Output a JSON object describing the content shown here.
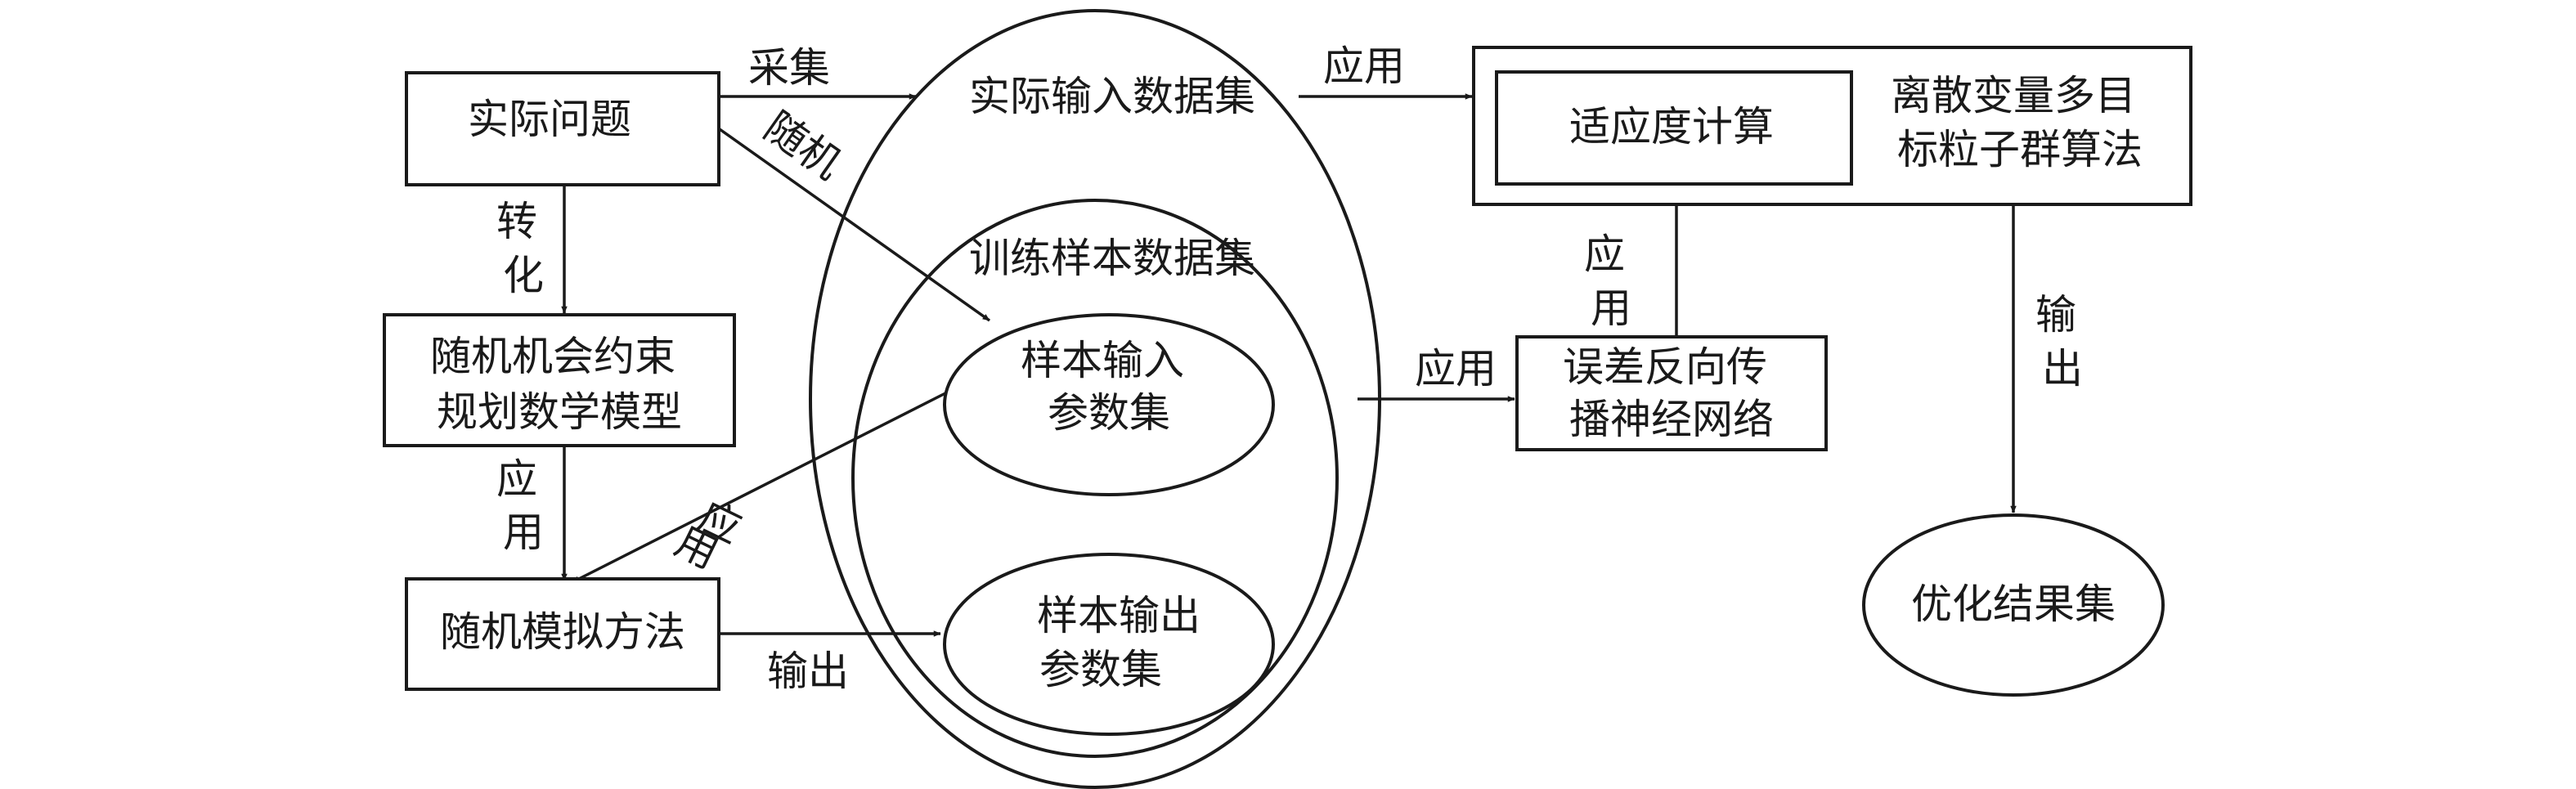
{
  "nodes": {
    "practical_problem": "实际问题",
    "chance_model": [
      "随机机会约束",
      "规划数学模型"
    ],
    "stochastic_simulation": "随机模拟方法",
    "actual_input_dataset": "实际输入数据集",
    "training_dataset": "训练样本数据集",
    "sample_input": [
      "样本输入",
      "参数集"
    ],
    "sample_output": [
      "样本输出",
      "参数集"
    ],
    "bp_network": [
      "误差反向传",
      "播神经网络"
    ],
    "algorithm": [
      "离散变量多目",
      "标粒子群算法"
    ],
    "fitness_calc": "适应度计算",
    "optimal_results": "优化结果集"
  },
  "edge_labels": {
    "collect": "采集",
    "random": "随机",
    "transform": [
      "转",
      "化"
    ],
    "apply_model": [
      "应",
      "用"
    ],
    "apply_sim": [
      "应",
      "用"
    ],
    "output_sim": "输出",
    "apply_dataset": "应用",
    "apply_bp_in": "应用",
    "apply_bp_fitness": [
      "应",
      "用"
    ],
    "output_alg": [
      "输",
      "出"
    ]
  }
}
